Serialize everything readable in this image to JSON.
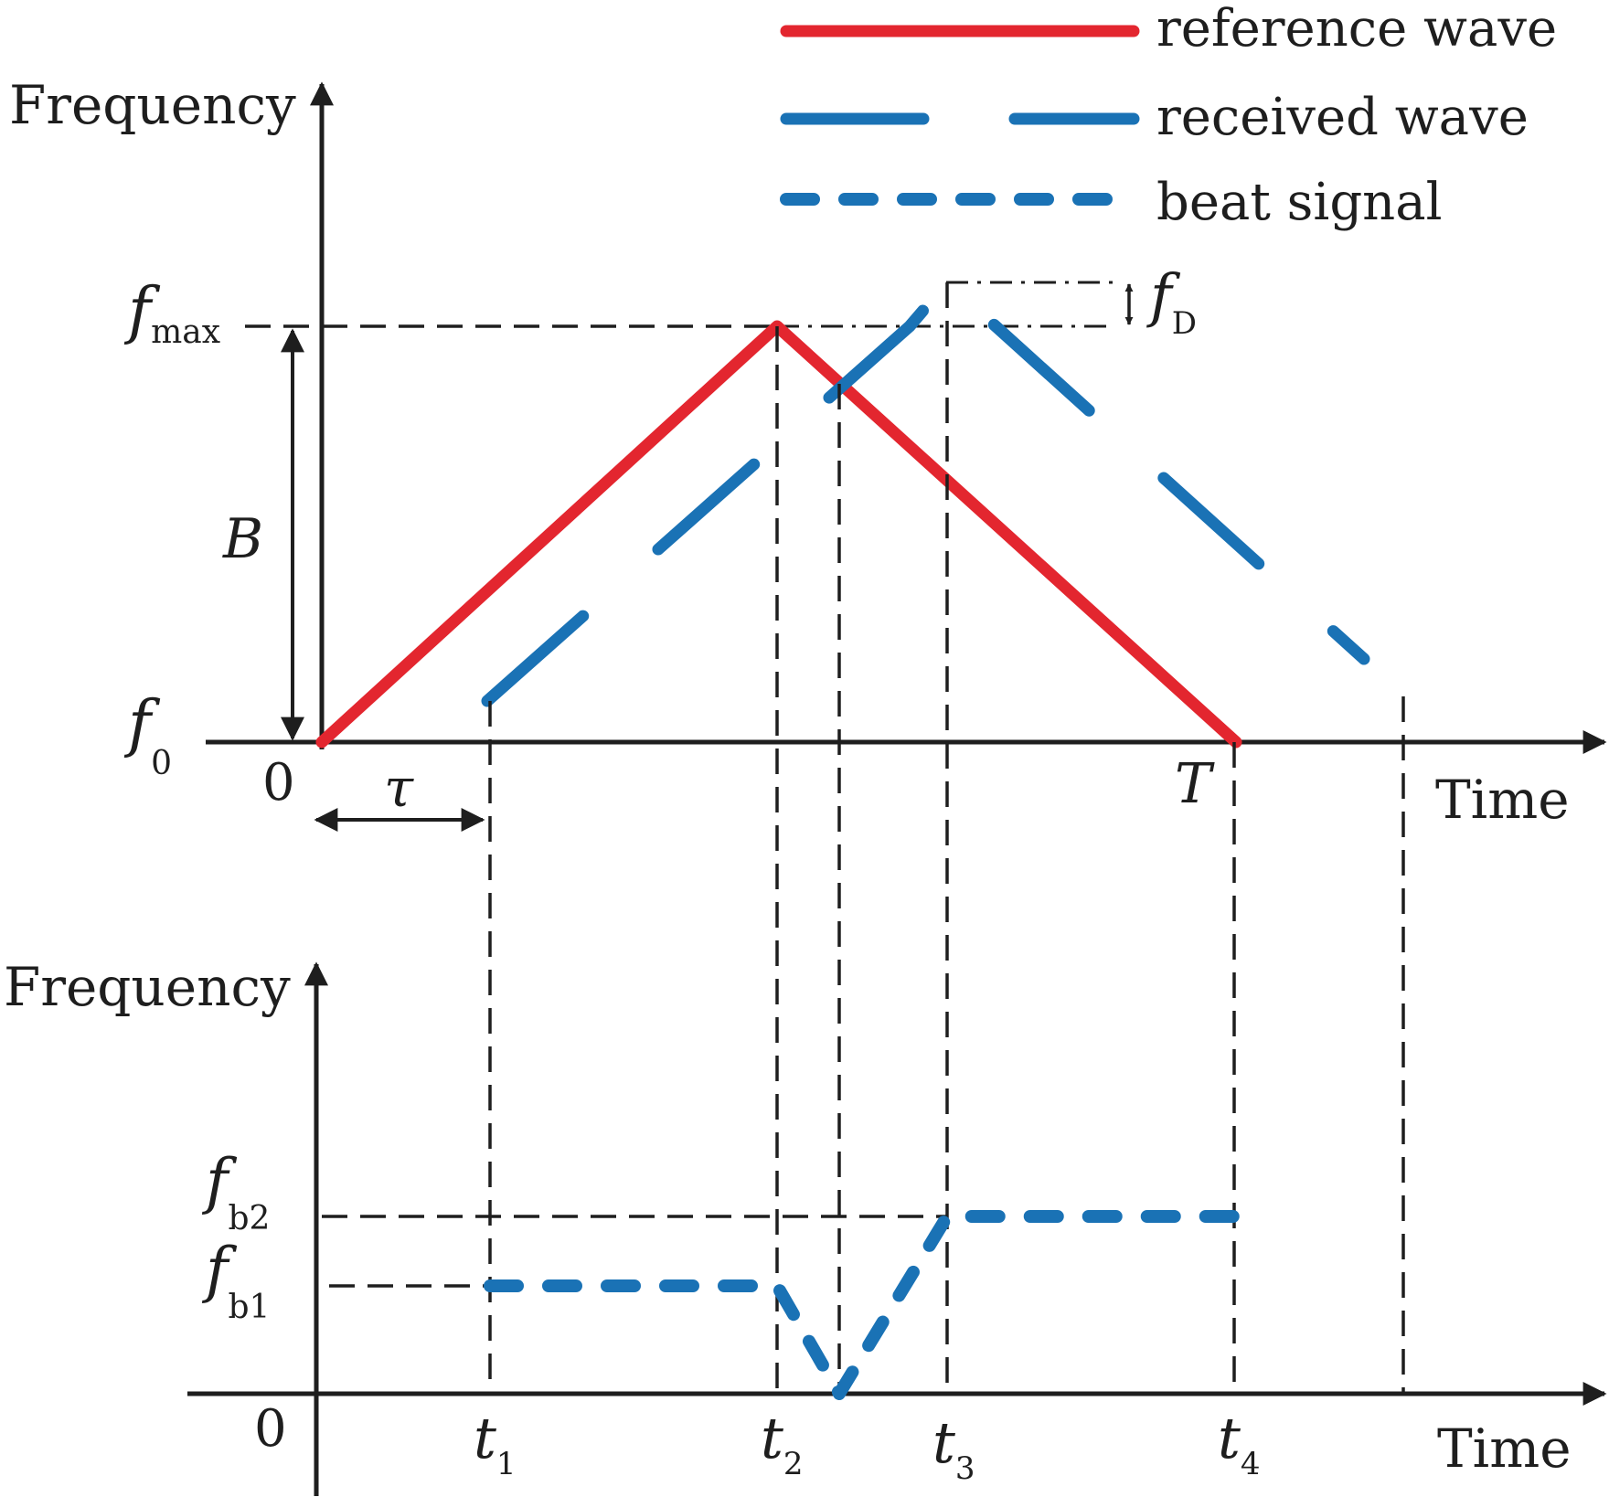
{
  "legend": {
    "reference": "reference wave",
    "received": "received wave",
    "beat": "beat signal"
  },
  "top_axis": {
    "ylabel": "Frequency",
    "xlabel": "Time",
    "origin": "0",
    "f0": {
      "main": "f",
      "sub": "0"
    },
    "fmax": {
      "main": "f",
      "sub": "max"
    },
    "bandwidth": "B",
    "period": "T",
    "delay": "τ",
    "doppler": {
      "main": "f",
      "sub": "D"
    }
  },
  "bottom_axis": {
    "ylabel": "Frequency",
    "xlabel": "Time",
    "origin": "0",
    "fb1": {
      "main": "f",
      "sub": "b1"
    },
    "fb2": {
      "main": "f",
      "sub": "b2"
    },
    "t1": {
      "main": "t",
      "sub": "1"
    },
    "t2": {
      "main": "t",
      "sub": "2"
    },
    "t3": {
      "main": "t",
      "sub": "3"
    },
    "t4": {
      "main": "t",
      "sub": "4"
    }
  },
  "colors": {
    "reference": "#e3262f",
    "received": "#1a72b5",
    "beat": "#1a72b5",
    "axis": "#1e1e1e"
  }
}
